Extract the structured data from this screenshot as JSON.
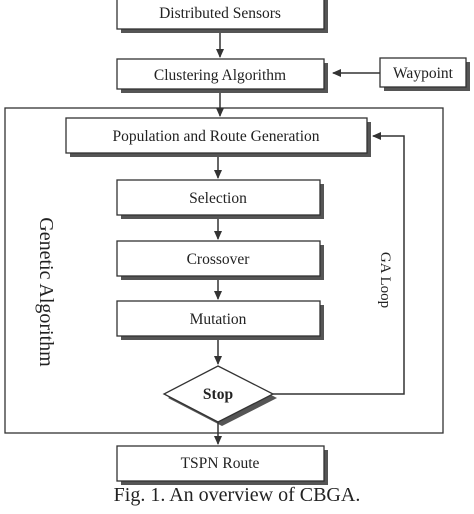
{
  "diagram": {
    "nodes": {
      "distributed_sensors": "Distributed Sensors",
      "clustering_algorithm": "Clustering Algorithm",
      "waypoint": "Waypoint",
      "population_route": "Population and Route Generation",
      "selection": "Selection",
      "crossover": "Crossover",
      "mutation": "Mutation",
      "stop": "Stop",
      "tspn_route": "TSPN Route"
    },
    "group_label": "Genetic Algorithm",
    "loop_label": "GA Loop"
  },
  "caption": "Fig. 1. An overview of CBGA."
}
